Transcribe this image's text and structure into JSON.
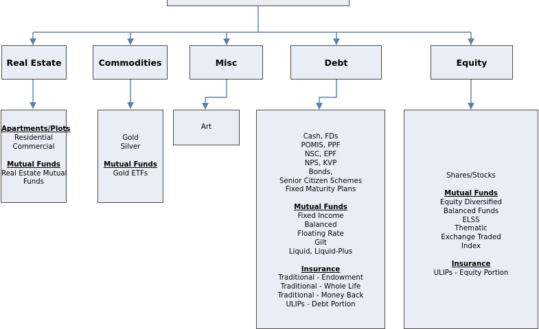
{
  "root": {
    "label": ""
  },
  "categories": [
    {
      "id": "real-estate",
      "label": "Real Estate"
    },
    {
      "id": "commodities",
      "label": "Commodities"
    },
    {
      "id": "misc",
      "label": "Misc"
    },
    {
      "id": "debt",
      "label": "Debt"
    },
    {
      "id": "equity",
      "label": "Equity"
    }
  ],
  "details": {
    "real_estate": {
      "groups": [
        {
          "heading": "Apartments/Plots",
          "items": [
            "Residential",
            "Commercial"
          ]
        },
        {
          "heading": "Mutual Funds",
          "items": [
            "Real Estate Mutual",
            "Funds"
          ]
        }
      ]
    },
    "commodities": {
      "groups": [
        {
          "heading": "",
          "items": [
            "Gold",
            "Silver"
          ]
        },
        {
          "heading": "Mutual Funds",
          "items": [
            "Gold ETFs"
          ]
        }
      ]
    },
    "misc": {
      "groups": [
        {
          "heading": "",
          "items": [
            "Art"
          ]
        }
      ]
    },
    "debt": {
      "groups": [
        {
          "heading": "",
          "items": [
            "Cash, FDs",
            "POMIS, PPF",
            "NSC, EPF",
            "NPS, KVP",
            "Bonds,",
            "Senior Citizen Schemes",
            "Fixed Maturity Plans"
          ]
        },
        {
          "heading": "Mutual Funds",
          "items": [
            "Fixed Income",
            "Balanced",
            "Floating Rate",
            "Gilt",
            "Liquid, Liquid-Plus"
          ]
        },
        {
          "heading": "Insurance",
          "items": [
            "Traditional - Endowment",
            "Traditional - Whole Life",
            "Traditional - Money Back",
            "ULIPs - Debt Portion"
          ]
        }
      ]
    },
    "equity": {
      "groups": [
        {
          "heading": "",
          "items": [
            "Shares/Stocks"
          ]
        },
        {
          "heading": "Mutual Funds",
          "items": [
            "Equity Diversified",
            "Balanced Funds",
            "ELSS",
            "Thematic",
            "Exchange Traded",
            "Index"
          ]
        },
        {
          "heading": "Insurance",
          "items": [
            "ULIPs - Equity Portion"
          ]
        }
      ]
    }
  },
  "colors": {
    "box_fill": "#e9eef6",
    "box_border": "#4b4b4b",
    "connector": "#5b7fa8"
  }
}
